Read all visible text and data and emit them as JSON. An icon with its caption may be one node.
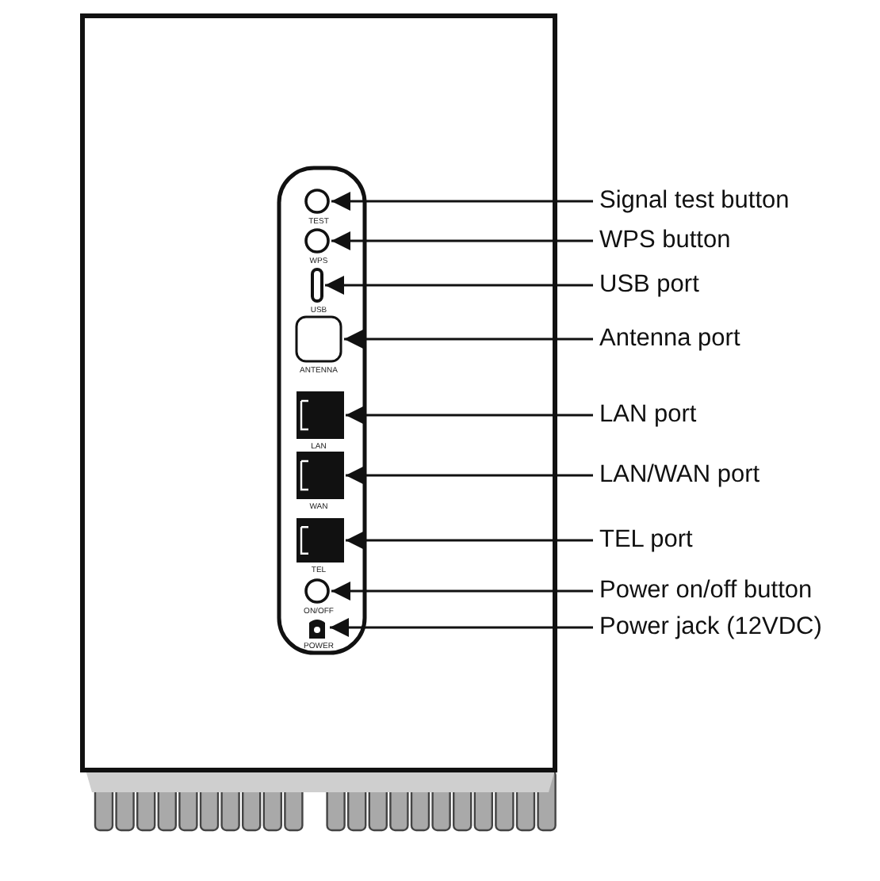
{
  "diagram": {
    "nodes": [
      {
        "text": [
          "Signal test button"
        ]
      },
      {
        "text": [
          "WPS button"
        ]
      },
      {
        "text": [
          "USB port"
        ]
      },
      {
        "text": [
          "Antenna port"
        ]
      },
      {
        "text": [
          "LAN port"
        ]
      },
      {
        "text": [
          "LAN/WAN port"
        ]
      },
      {
        "text": [
          "TEL port"
        ]
      },
      {
        "text": [
          "Power on/off button"
        ]
      },
      {
        "text": [
          "Power jack (12VDC)"
        ]
      },
      {
        "text": [],
        "shape": "circle",
        "beside": [
          "TEST"
        ]
      },
      {
        "text": [],
        "shape": "circle",
        "beside": [
          "WPS"
        ]
      },
      {
        "text": [],
        "shape": "slot",
        "beside": [
          "USB"
        ]
      },
      {
        "text": [],
        "shape": "box",
        "beside": [
          "ANTENNA"
        ]
      },
      {
        "text": [],
        "shape": "socket",
        "beside": [
          "LAN"
        ]
      },
      {
        "text": [],
        "shape": "socket",
        "beside": [
          "WAN"
        ]
      },
      {
        "text": [],
        "shape": "socket",
        "beside": [
          "TEL"
        ]
      },
      {
        "text": [],
        "shape": "circle",
        "beside": [
          "ON/OFF"
        ]
      },
      {
        "text": [],
        "shape": "jack",
        "beside": [
          "POWER"
        ]
      }
    ],
    "edges": [
      {
        "from": 0,
        "to": 9,
        "arrow": "to"
      },
      {
        "from": 1,
        "to": 10,
        "arrow": "to"
      },
      {
        "from": 2,
        "to": 11,
        "arrow": "to"
      },
      {
        "from": 3,
        "to": 12,
        "arrow": "to"
      },
      {
        "from": 4,
        "to": 13,
        "arrow": "to"
      },
      {
        "from": 5,
        "to": 14,
        "arrow": "to"
      },
      {
        "from": 6,
        "to": 15,
        "arrow": "to"
      },
      {
        "from": 7,
        "to": 16,
        "arrow": "to"
      },
      {
        "from": 8,
        "to": 17,
        "arrow": "to"
      }
    ]
  }
}
